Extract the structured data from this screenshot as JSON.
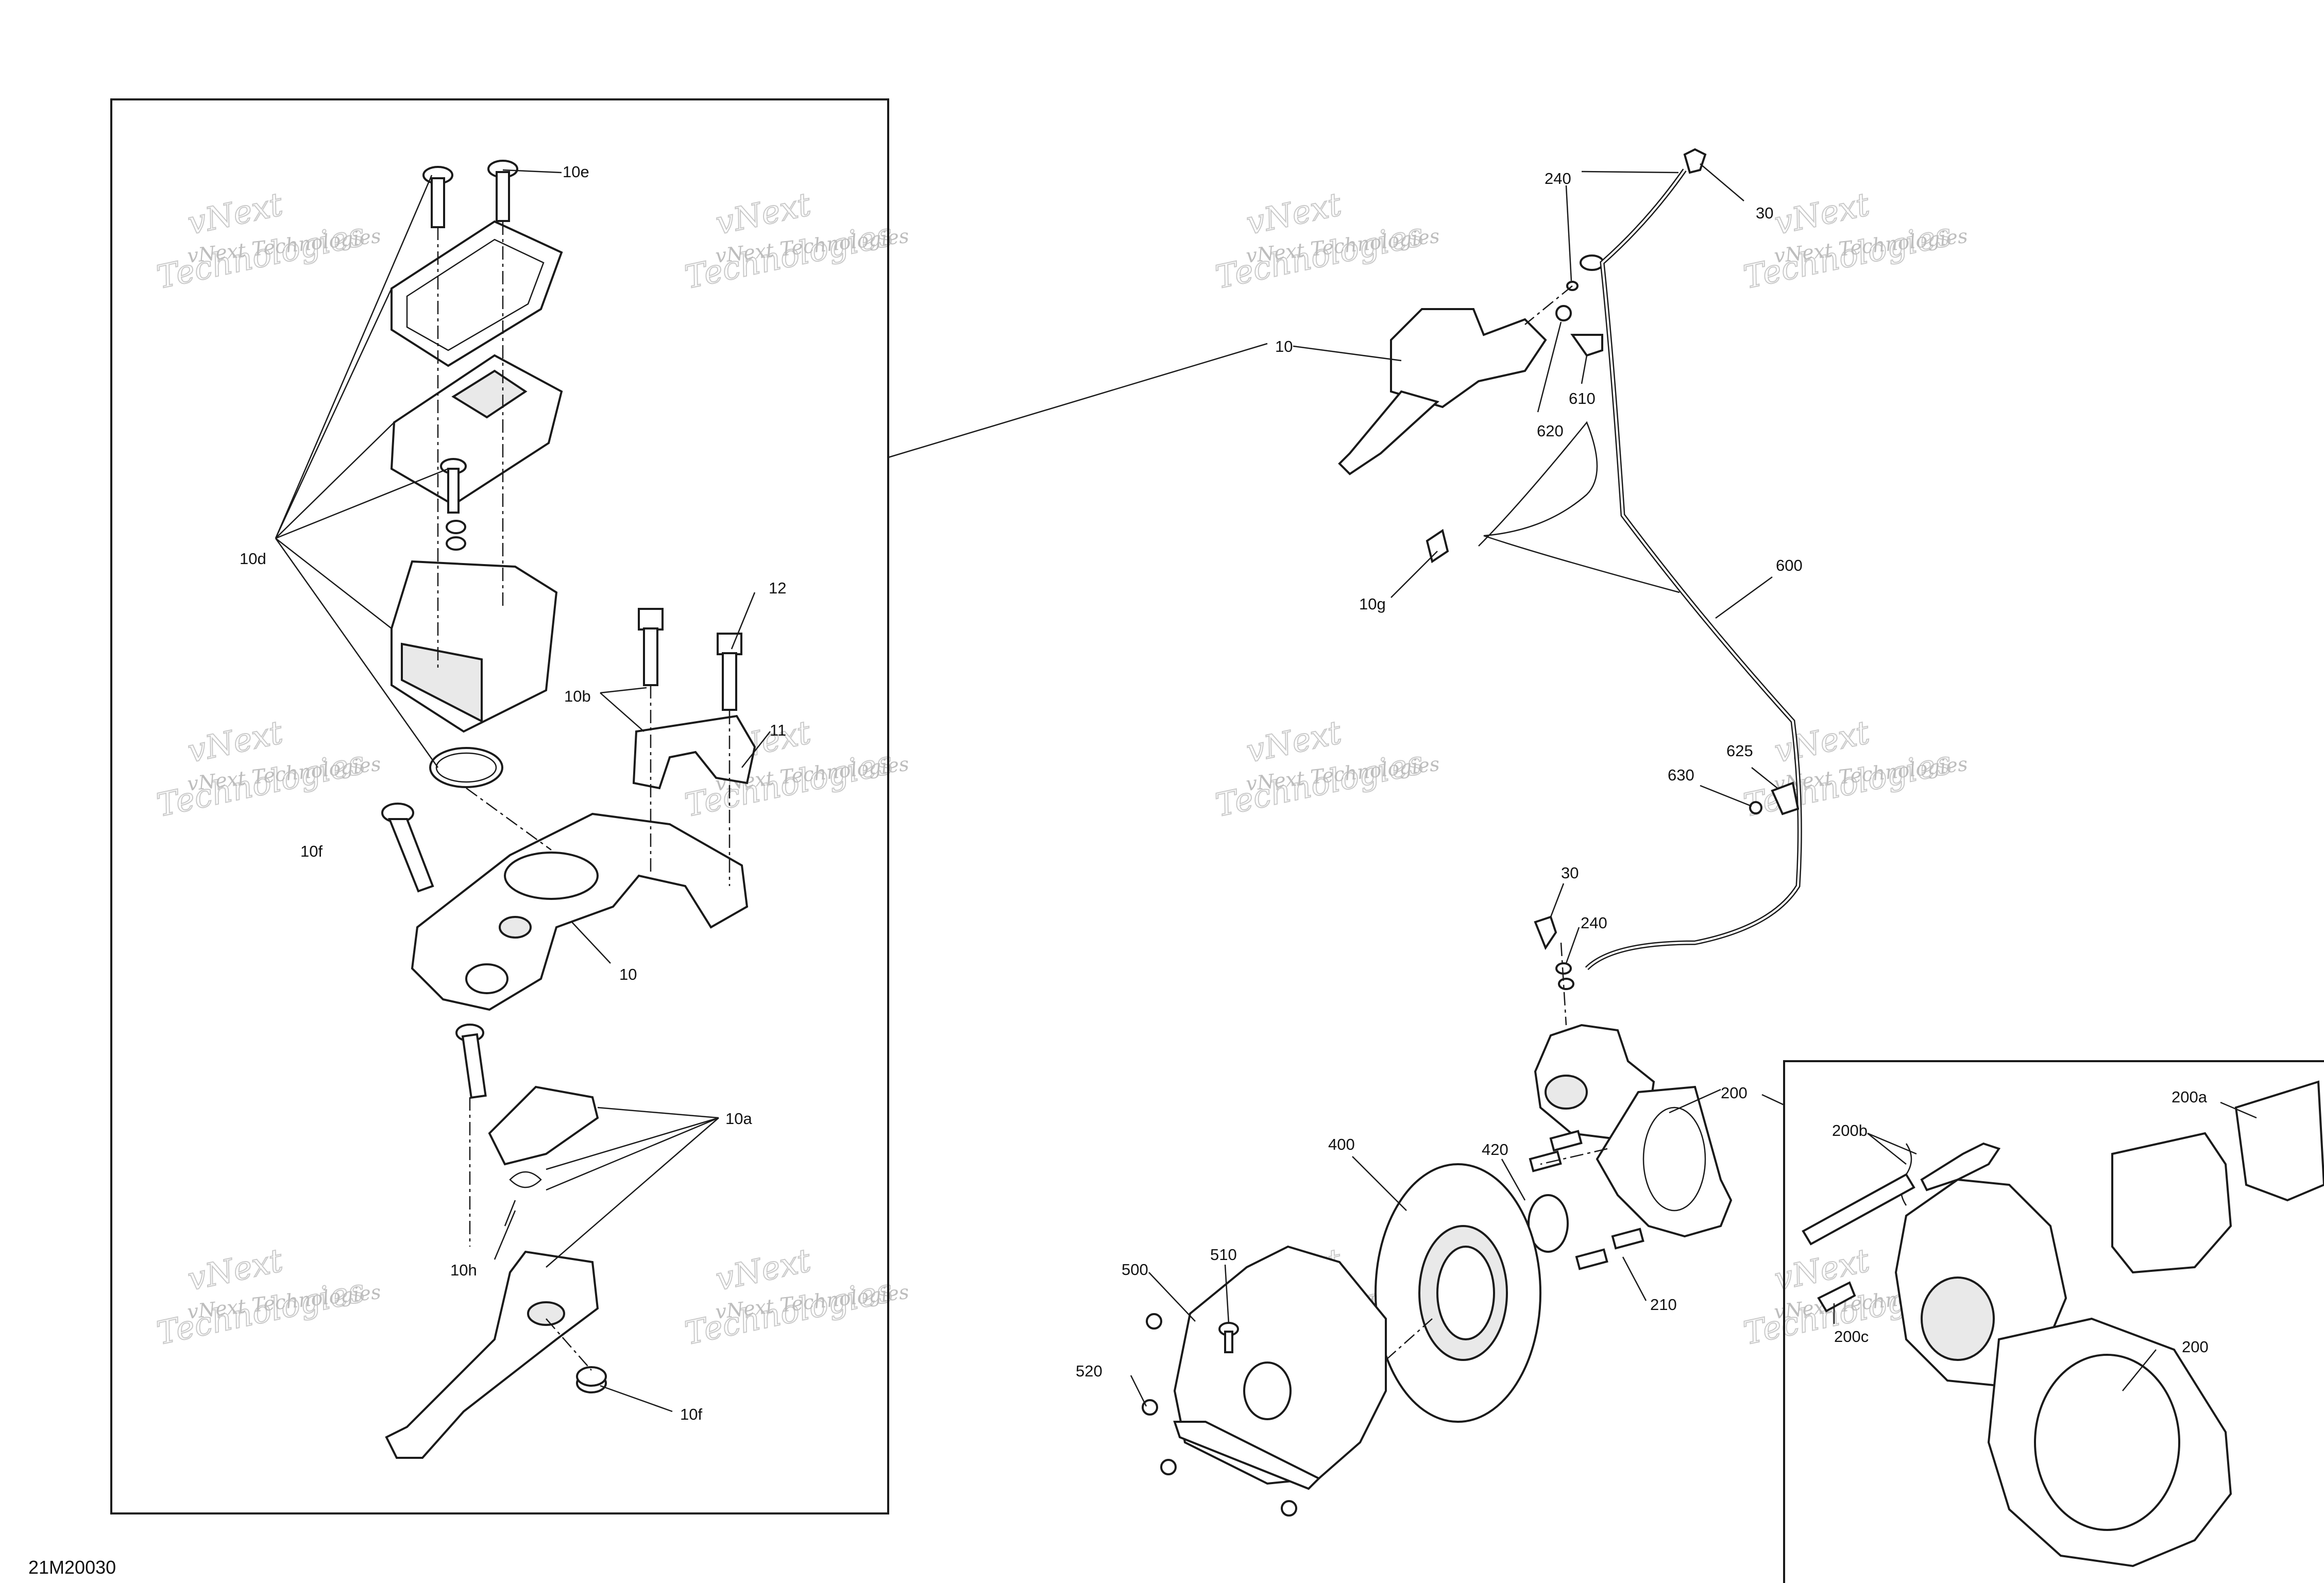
{
  "diagram": {
    "code": "21M20030",
    "watermark": {
      "line1": "vNext Technologies",
      "line2": "vNext",
      "line3": "Technologies"
    },
    "callouts": {
      "c10e": "10e",
      "c10d": "10d",
      "c12": "12",
      "c10b": "10b",
      "c11": "11",
      "c10f_top": "10f",
      "c10_left": "10",
      "c10a": "10a",
      "c10h": "10h",
      "c10f_bottom": "10f",
      "c240_top": "240",
      "c30_top": "30",
      "c10_right": "10",
      "c620": "620",
      "c610": "610",
      "c10g": "10g",
      "c600": "600",
      "c630": "630",
      "c625": "625",
      "c30_mid": "30",
      "c240_mid": "240",
      "c200": "200",
      "c400": "400",
      "c420": "420",
      "c510": "510",
      "c500": "500",
      "c520": "520",
      "c210": "210",
      "c200b": "200b",
      "c200a": "200a",
      "c200c": "200c",
      "c200_inset": "200"
    }
  }
}
